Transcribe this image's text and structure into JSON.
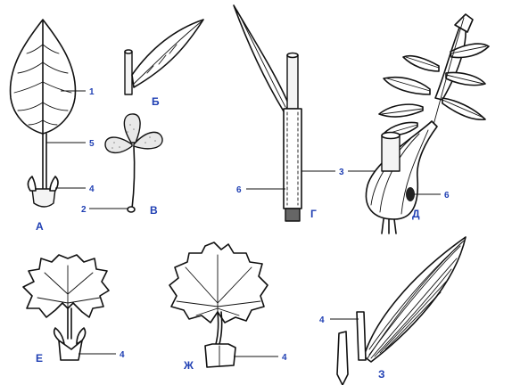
{
  "diagram": {
    "figures": {
      "a": {
        "letter": "А",
        "labels": {
          "blade": "1",
          "petiole": "5",
          "base": "4"
        }
      },
      "b": {
        "letter": "Б"
      },
      "v": {
        "letter": "В",
        "labels": {
          "pulvinus": "2"
        }
      },
      "g": {
        "letter": "Г",
        "labels": {
          "sheath": "3",
          "ligule": "6"
        }
      },
      "d": {
        "letter": "Д",
        "labels": {
          "sheath": "3",
          "ligule": "6"
        }
      },
      "e": {
        "letter": "Е",
        "labels": {
          "stipules": "4"
        }
      },
      "zh": {
        "letter": "Ж",
        "labels": {
          "stipules": "4"
        }
      },
      "z": {
        "letter": "З",
        "labels": {
          "stipules": "4"
        }
      }
    },
    "label_color": "#1f3fb3",
    "ink_color": "#111111"
  }
}
